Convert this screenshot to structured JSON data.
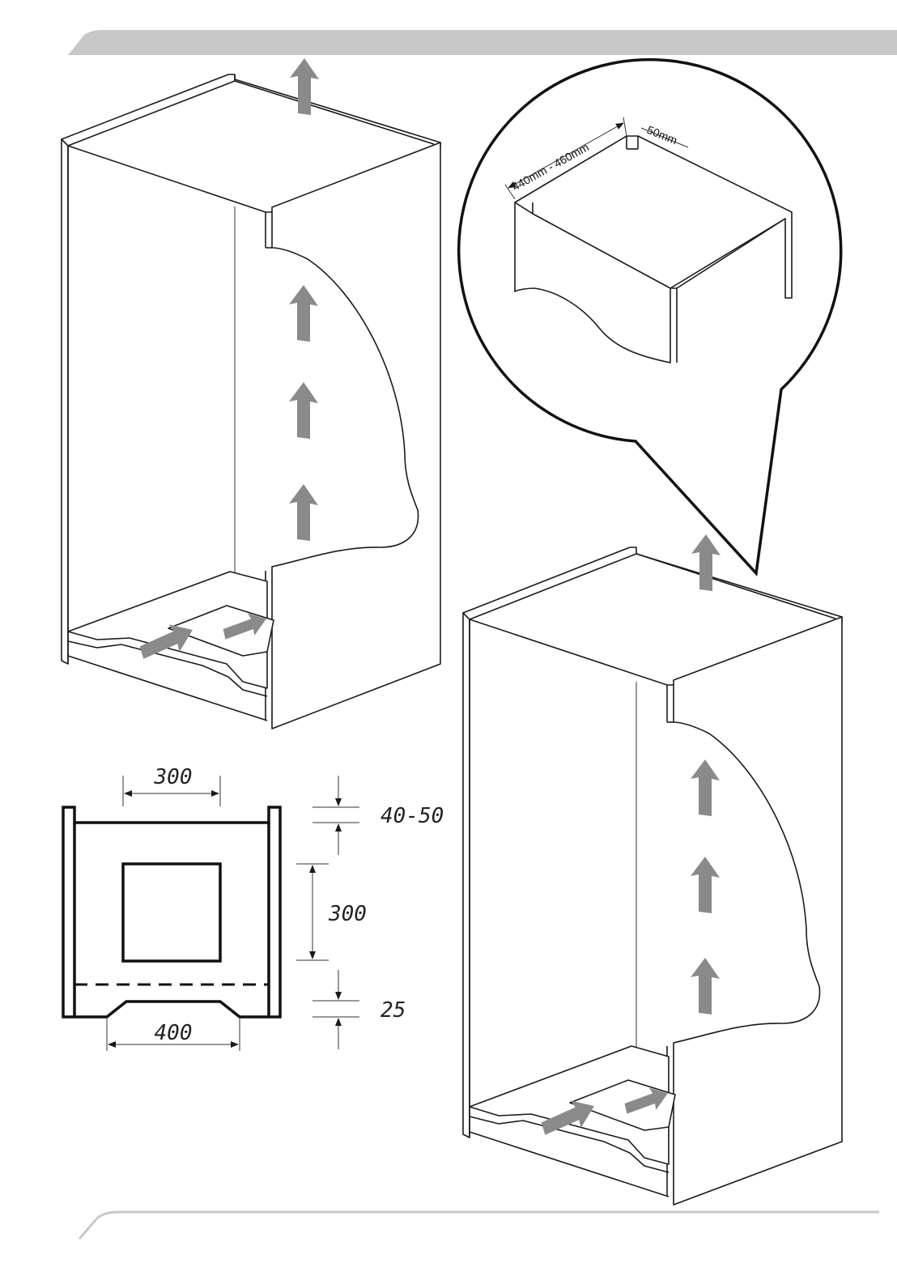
{
  "callout": {
    "depth_label": "440mm - 460mm",
    "gap_label": "50mm"
  },
  "section": {
    "width_top": "300",
    "width_bottom": "400",
    "gap_top": "40-50",
    "opening_height": "300",
    "gap_bottom": "25"
  },
  "colors": {
    "header_band": "#c8c8c8",
    "footer_line": "#c8c8c8",
    "arrow_fill": "#8a8a8a",
    "line": "#1a1a1a"
  },
  "icons": [
    "airflow-arrow-icon"
  ]
}
